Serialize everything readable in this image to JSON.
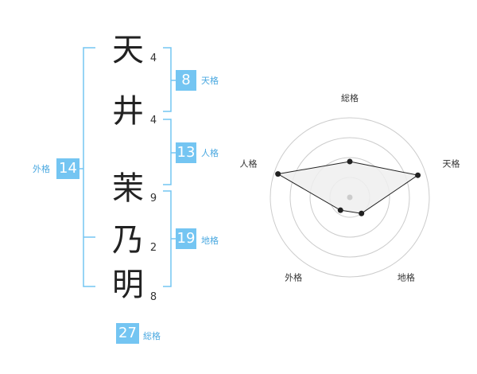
{
  "name": {
    "surname": [
      {
        "char": "天",
        "strokes": "4"
      },
      {
        "char": "井",
        "strokes": "4"
      }
    ],
    "given": [
      {
        "char": "茉",
        "strokes": "9"
      },
      {
        "char": "乃",
        "strokes": "2"
      },
      {
        "char": "明",
        "strokes": "8"
      }
    ]
  },
  "fortunes": {
    "tenkaku": {
      "label": "天格",
      "value": "8"
    },
    "jinkaku": {
      "label": "人格",
      "value": "13"
    },
    "chikaku": {
      "label": "地格",
      "value": "19"
    },
    "gaikaku": {
      "label": "外格",
      "value": "14"
    },
    "soukaku": {
      "label": "総格",
      "value": "27"
    }
  },
  "colors": {
    "accent": "#74c5f2",
    "bracket": "#74c5f2",
    "radar_ring": "#cccccc",
    "radar_fill": "#eeeeee",
    "radar_line": "#222222"
  },
  "chart_data": {
    "type": "radar",
    "axes": [
      "総格",
      "天格",
      "地格",
      "外格",
      "人格"
    ],
    "values": [
      0.45,
      0.9,
      0.25,
      0.2,
      0.95
    ],
    "max": 1,
    "rings": 4
  }
}
